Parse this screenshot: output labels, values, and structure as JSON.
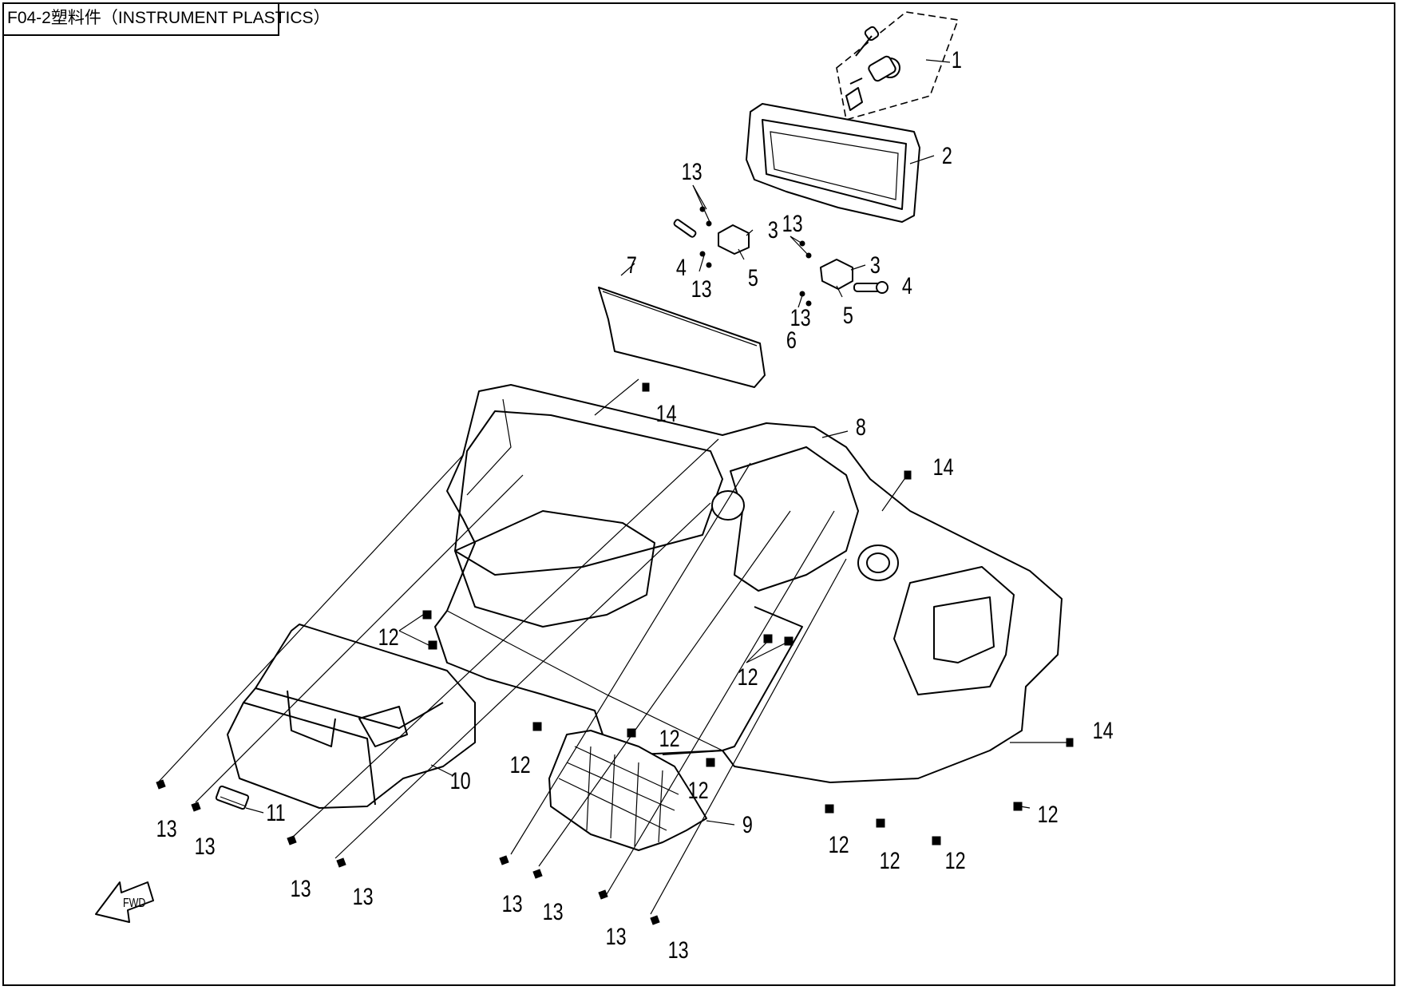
{
  "title": "F04-2塑料件（INSTRUMENT PLASTICS）",
  "callouts": {
    "c1": "1",
    "c2": "2",
    "c3a": "3",
    "c3b": "3",
    "c4a": "4",
    "c4b": "4",
    "c5a": "5",
    "c5b": "5",
    "c6": "6",
    "c7": "7",
    "c8": "8",
    "c9": "9",
    "c10": "10",
    "c11": "11",
    "c12": "12",
    "c13": "13",
    "c14": "14"
  },
  "fwd_label": "FWD"
}
